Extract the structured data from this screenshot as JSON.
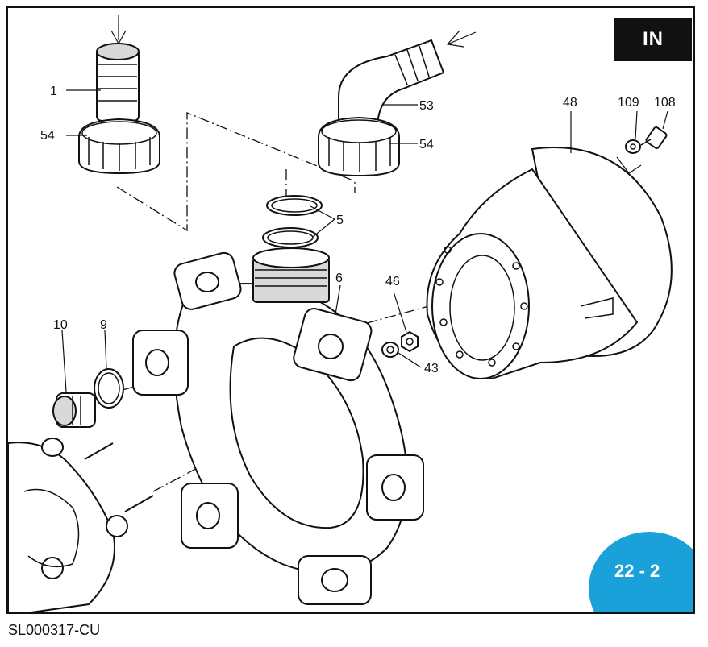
{
  "header": {
    "section_badge": "IN"
  },
  "footer": {
    "page_number": "22 - 2",
    "drawing_code": "SL000317-CU"
  },
  "callouts": {
    "p1": "1",
    "p54a": "54",
    "p53": "53",
    "p54b": "54",
    "p48": "48",
    "p109": "109",
    "p108": "108",
    "p5": "5",
    "p6": "6",
    "p46": "46",
    "p43": "43",
    "p10": "10",
    "p9": "9"
  },
  "colors": {
    "badge_black": "#111111",
    "page_badge_blue": "#1ba1d9",
    "line": "#111111",
    "shade": "#d9d9d9"
  }
}
